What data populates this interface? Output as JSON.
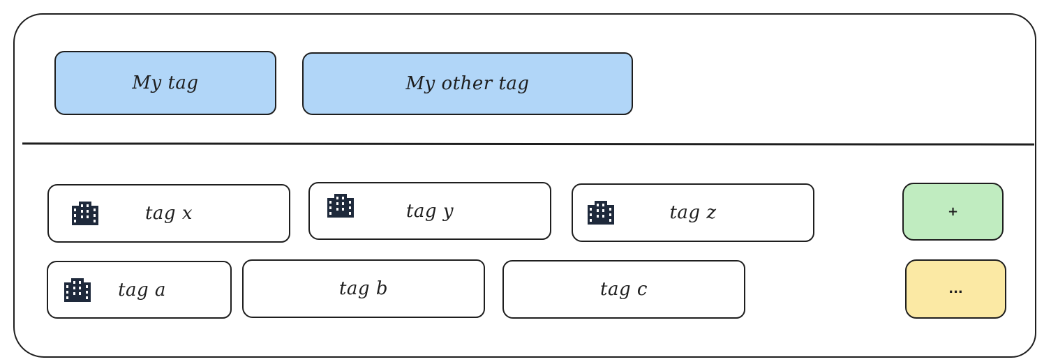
{
  "selected_tags": [
    {
      "label": "My tag"
    },
    {
      "label": "My other tag"
    }
  ],
  "available_tags": [
    {
      "label": "tag x",
      "icon": "building-icon"
    },
    {
      "label": "tag y",
      "icon": "building-icon"
    },
    {
      "label": "tag z",
      "icon": "building-icon"
    },
    {
      "label": "tag a",
      "icon": "building-icon"
    },
    {
      "label": "tag b"
    },
    {
      "label": "tag c"
    }
  ],
  "actions": {
    "add_label": "+",
    "more_label": "...",
    "add_color": "#c0ecc0",
    "more_color": "#fbe9a4"
  },
  "colors": {
    "selected_tag": "#b1d6f8",
    "stroke": "#1e1e1e",
    "icon": "#1e293b"
  }
}
